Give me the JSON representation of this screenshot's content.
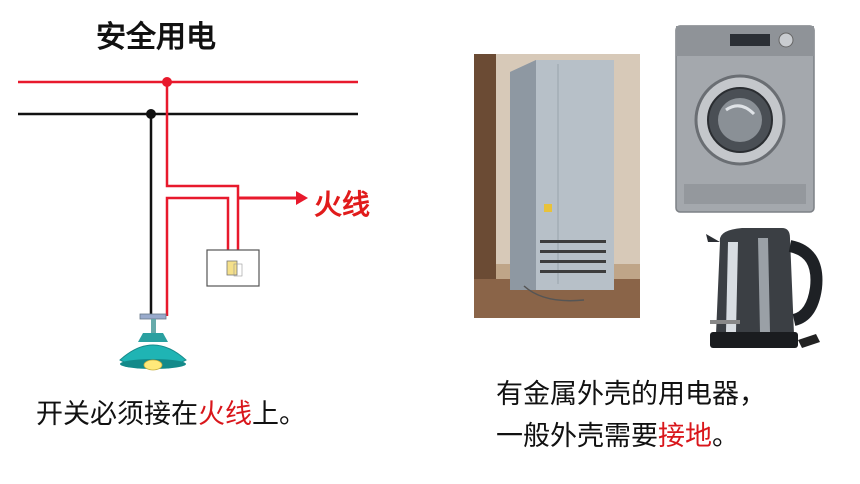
{
  "title": "安全用电",
  "wire_label": "火线",
  "caption_left": {
    "part1": "开关必须接在",
    "highlight": "火线",
    "part2": "上。"
  },
  "caption_right": {
    "line1": "有金属外壳的用电器，",
    "line2_part1": "一般外壳需要",
    "line2_highlight": "接地",
    "line2_part2": "。"
  },
  "colors": {
    "live_wire": "#e8192c",
    "neutral_wire": "#111111",
    "highlight_text": "#d9161b"
  }
}
